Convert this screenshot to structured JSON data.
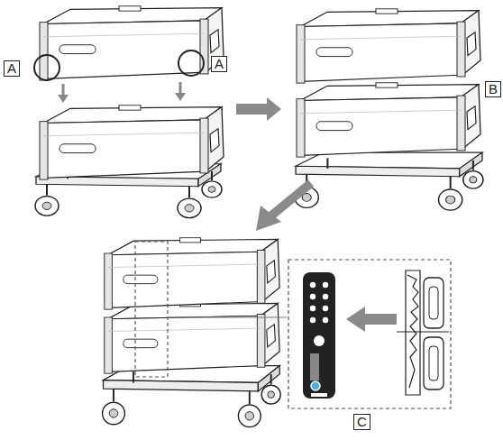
{
  "diagram": {
    "labels": [
      "A",
      "A",
      "B",
      "C"
    ]
  }
}
